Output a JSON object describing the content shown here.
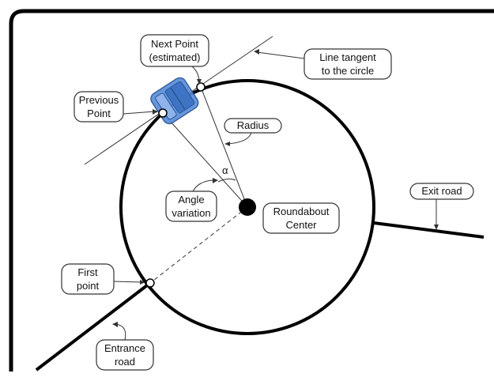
{
  "labels": {
    "next_point_line1": "Next Point",
    "next_point_line2": "(estimated)",
    "line_tangent_line1": "Line tangent",
    "line_tangent_line2": "to the circle",
    "previous_point_line1": "Previous",
    "previous_point_line2": "Point",
    "radius": "Radius",
    "alpha": "α",
    "angle_variation_line1": "Angle",
    "angle_variation_line2": "variation",
    "roundabout_center_line1": "Roundabout",
    "roundabout_center_line2": "Center",
    "exit_road": "Exit road",
    "first_point_line1": "First",
    "first_point_line2": "point",
    "entrance_road_line1": "Entrance",
    "entrance_road_line2": "road"
  },
  "colors": {
    "frame": "#000000",
    "vehicle_fill": "#5b8fd9",
    "vehicle_stroke": "#2a5599",
    "center_dot": "#000000"
  }
}
